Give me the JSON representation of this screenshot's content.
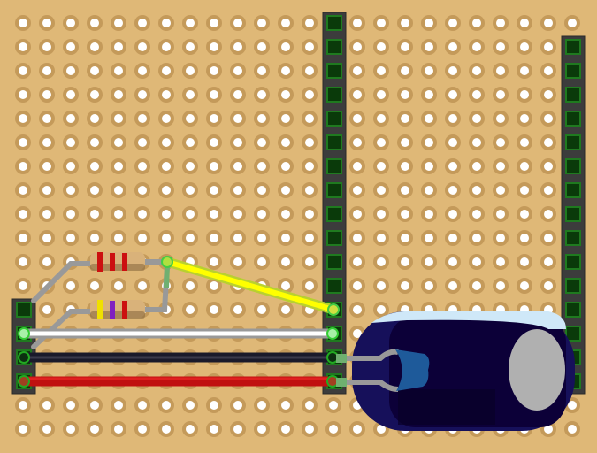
{
  "board": {
    "type": "perfboard",
    "rows": 18,
    "columns": 24,
    "colors": {
      "board": "#dfb877",
      "hole_ring": "#c49a5a",
      "hole_center": "#ffffff"
    }
  },
  "headers": [
    {
      "id": "header-middle",
      "pins": 16
    },
    {
      "id": "header-right",
      "pins": 15
    },
    {
      "id": "header-left",
      "pins": 4
    }
  ],
  "wires": [
    {
      "id": "wire-white",
      "color": "#ffffff"
    },
    {
      "id": "wire-black",
      "color": "#1a1a2a"
    },
    {
      "id": "wire-red",
      "color": "#c01010"
    },
    {
      "id": "wire-yellow",
      "color": "#ffff00"
    }
  ],
  "resistors": [
    {
      "id": "resistor-1",
      "bands": [
        "#cc1010",
        "#cc1010",
        "#cc1010"
      ]
    },
    {
      "id": "resistor-2",
      "bands": [
        "#f0e000",
        "#8020c0",
        "#cc1010"
      ]
    }
  ],
  "capacitor": {
    "id": "electrolytic-capacitor",
    "body": "#0c0038",
    "cap": "#b0b0b0"
  }
}
